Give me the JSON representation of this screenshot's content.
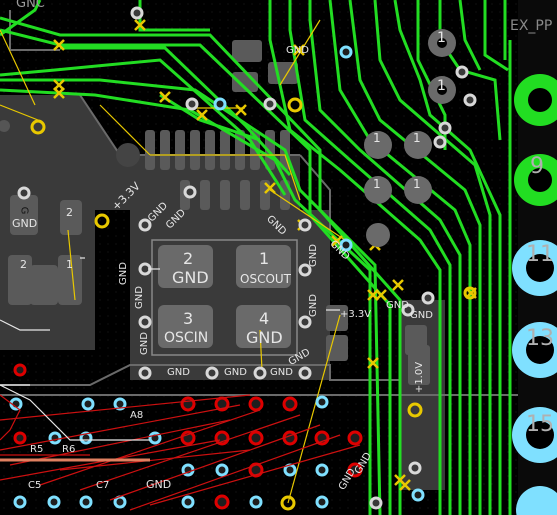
{
  "window": {
    "title": ""
  },
  "colors": {
    "background": "#000000",
    "copper_pad": "#555555",
    "copper_zone": "#3a3a3a",
    "track_green": "#22dd22",
    "ratsnest_yellow": "#e8c800",
    "via_ring": "#d8d8d8",
    "via_hole_cyan": "#7fe0ff",
    "via_red": "#dd0000",
    "silk_white": "#e6e6e6",
    "red_track": "#cc1010"
  },
  "footprint": {
    "pads": [
      {
        "num": "2",
        "net": "GND"
      },
      {
        "num": "1",
        "net": "OSCOUT"
      },
      {
        "num": "3",
        "net": "OSCIN"
      },
      {
        "num": "4",
        "net": "GND"
      }
    ]
  },
  "labels": {
    "top_left_fragment": "GNC",
    "pad_gnd_left_num": "G",
    "pad_gnd_left": "GND",
    "pad_two_left": "2",
    "pad_two_a": "2",
    "pad_one_a": "1",
    "v33_left": "+3.3V",
    "gnd_a": "GND",
    "gnd_b": "GND",
    "gnd_c": "GND",
    "gnd_vert_1": "GND",
    "gnd_vert_2": "GND",
    "gnd_vert_3": "GND",
    "gnd_vert_4": "GND",
    "gnd_vert_5": "GND",
    "gnd_bot_1": "GND",
    "gnd_bot_2": "GND",
    "gnd_bot_3": "GND",
    "gnd_bot_4": "GND",
    "gnd_right_1": "GND",
    "gnd_right_2": "GND",
    "gnd_right_3": "GND",
    "v33_right": "+3.3V",
    "v10": "+1.0V",
    "gnd_top": "GND",
    "via_one_1": "1",
    "via_one_2": "1",
    "via_one_3": "1",
    "via_one_4": "1",
    "via_one_5": "1",
    "via_one_6": "1",
    "edge_label": "EX_PP",
    "connector_9": "9",
    "connector_11": "11",
    "connector_13": "13",
    "connector_15": "15",
    "ref_a8": "A8",
    "ref_r5": "R5",
    "ref_r6": "R6",
    "ref_c5": "C5",
    "ref_c7": "C7",
    "ref_gnd_bottom": "GND",
    "gnd_diag_1": "GND",
    "gnd_diag_2": "GND"
  }
}
